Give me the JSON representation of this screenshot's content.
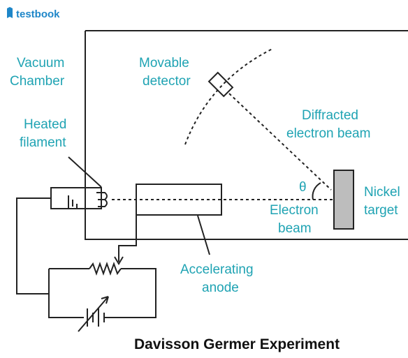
{
  "brand": {
    "name": "testbook",
    "color": "#1e86c8"
  },
  "title": "Davisson Germer Experiment",
  "labels": {
    "vacuum_chamber": [
      "Vacuum",
      "Chamber"
    ],
    "movable_detector": [
      "Movable",
      "detector"
    ],
    "diffracted_beam": [
      "Diffracted",
      "electron beam"
    ],
    "heated_filament": [
      "Heated",
      "filament"
    ],
    "theta": "θ",
    "nickel_target": [
      "Nickel",
      "target"
    ],
    "electron_beam": [
      "Electron",
      "beam"
    ],
    "accelerating_anode": [
      "Accelerating",
      "anode"
    ]
  },
  "colors": {
    "label": "#1fa3b3",
    "line": "#222222",
    "target_fill": "#bdbdbd"
  }
}
